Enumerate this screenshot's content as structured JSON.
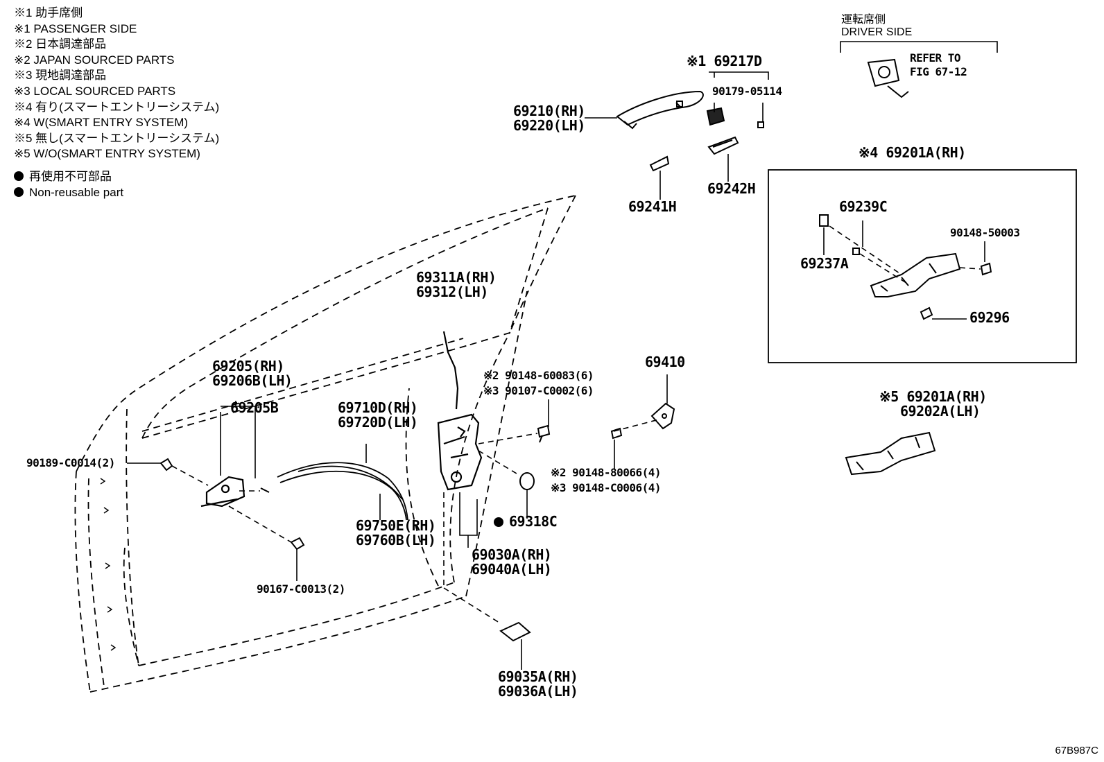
{
  "legend": {
    "lines": [
      "※1 助手席側",
      "※1 PASSENGER SIDE",
      "※2 日本調達部品",
      "※2 JAPAN SOURCED PARTS",
      "※3 現地調達部品",
      "※3 LOCAL SOURCED PARTS",
      "※4 有り(スマートエントリーシステム)",
      "※4 W(SMART ENTRY SYSTEM)",
      "※5 無し(スマートエントリーシステム)",
      "※5 W/O(SMART ENTRY SYSTEM)"
    ],
    "nonreusable_jp": "再使用不可部品",
    "nonreusable_en": "Non-reusable part"
  },
  "driver_side": {
    "jp": "運転席側",
    "en": "DRIVER SIDE",
    "refer_line1": "REFER TO",
    "refer_line2": "FIG 67-12"
  },
  "parts": {
    "p69217d": "※1 69217D",
    "p90179": "90179-05114",
    "p69210": "69210(RH)",
    "p69220": "69220(LH)",
    "p69241h": "69241H",
    "p69242h": "69242H",
    "p69201a_w": "※4 69201A(RH)",
    "p69239c": "69239C",
    "p90148_50003": "90148-50003",
    "p69237a": "69237A",
    "p69296": "69296",
    "p69311a": "69311A(RH)",
    "p69312": "69312(LH)",
    "p90148_60083": "※2 90148-60083(6)",
    "p90107": "※3 90107-C0002(6)",
    "p69410": "69410",
    "p69205": "69205(RH)",
    "p69206b": "69206B(LH)",
    "p69205b": "69205B",
    "p69710d": "69710D(RH)",
    "p69720d": "69720D(LH)",
    "p90189": "90189-C0014(2)",
    "p90148_80066": "※2 90148-80066(4)",
    "p90148_c0006": "※3 90148-C0006(4)",
    "p69750e": "69750E(RH)",
    "p69760b": "69760B(LH)",
    "p69318c": "69318C",
    "p69030a": "69030A(RH)",
    "p69040a": "69040A(LH)",
    "p90167": "90167-C0013(2)",
    "p69035a": "69035A(RH)",
    "p69036a": "69036A(LH)",
    "p69201a_wo": "※5 69201A(RH)",
    "p69202a": "69202A(LH)"
  },
  "figure_code": "67B987C"
}
